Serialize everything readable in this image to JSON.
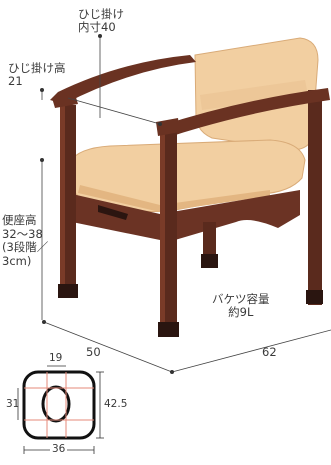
{
  "labels": {
    "armrest_inner_width": [
      "ひじ掛け",
      "内寸40"
    ],
    "armrest_height": [
      "ひじ掛け高",
      "21"
    ],
    "seat_height": [
      "便座高",
      "32～38",
      "(3段階／",
      "3cm)"
    ],
    "bucket_capacity": [
      "バケツ容量",
      "約9L"
    ],
    "depth": "50",
    "width": "62"
  },
  "inset": {
    "top_width": "19",
    "left_height": "31",
    "right_height": "42.5",
    "bottom_width": "36"
  },
  "colors": {
    "wood": "#5a2a1d",
    "wood_light": "#7a3b28",
    "cushion": "#f2cfa1",
    "cushion_shade": "#e3b682",
    "guide_line": "#444444",
    "dot": "#333333"
  }
}
